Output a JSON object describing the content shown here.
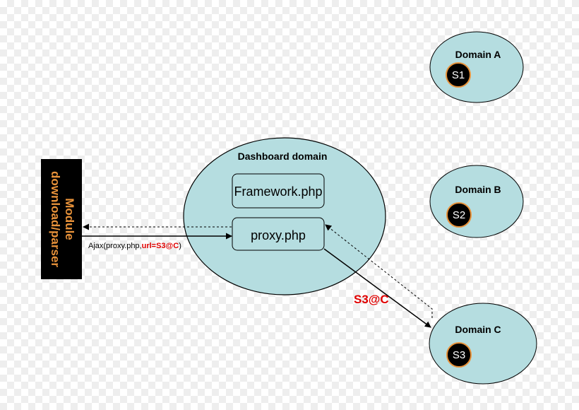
{
  "colors": {
    "domain_fill": "#b5dde0",
    "server_fill": "#000000",
    "server_ring": "#e8923a",
    "module_fill": "#000000",
    "module_text": "#e8923a",
    "highlight_red": "#e00000"
  },
  "domains": {
    "a": {
      "label": "Domain A",
      "server": "S1"
    },
    "b": {
      "label": "Domain B",
      "server": "S2"
    },
    "c": {
      "label": "Domain C",
      "server": "S3"
    }
  },
  "dashboard": {
    "label": "Dashboard domain",
    "framework": "Framework.php",
    "proxy": "proxy.php"
  },
  "module": {
    "line1": "Module",
    "line2": "download/parser"
  },
  "ajax": {
    "prefix": "Ajax(proxy.php,",
    "param": "url=S3@C",
    "suffix": ")"
  },
  "route_label": "S3@C"
}
